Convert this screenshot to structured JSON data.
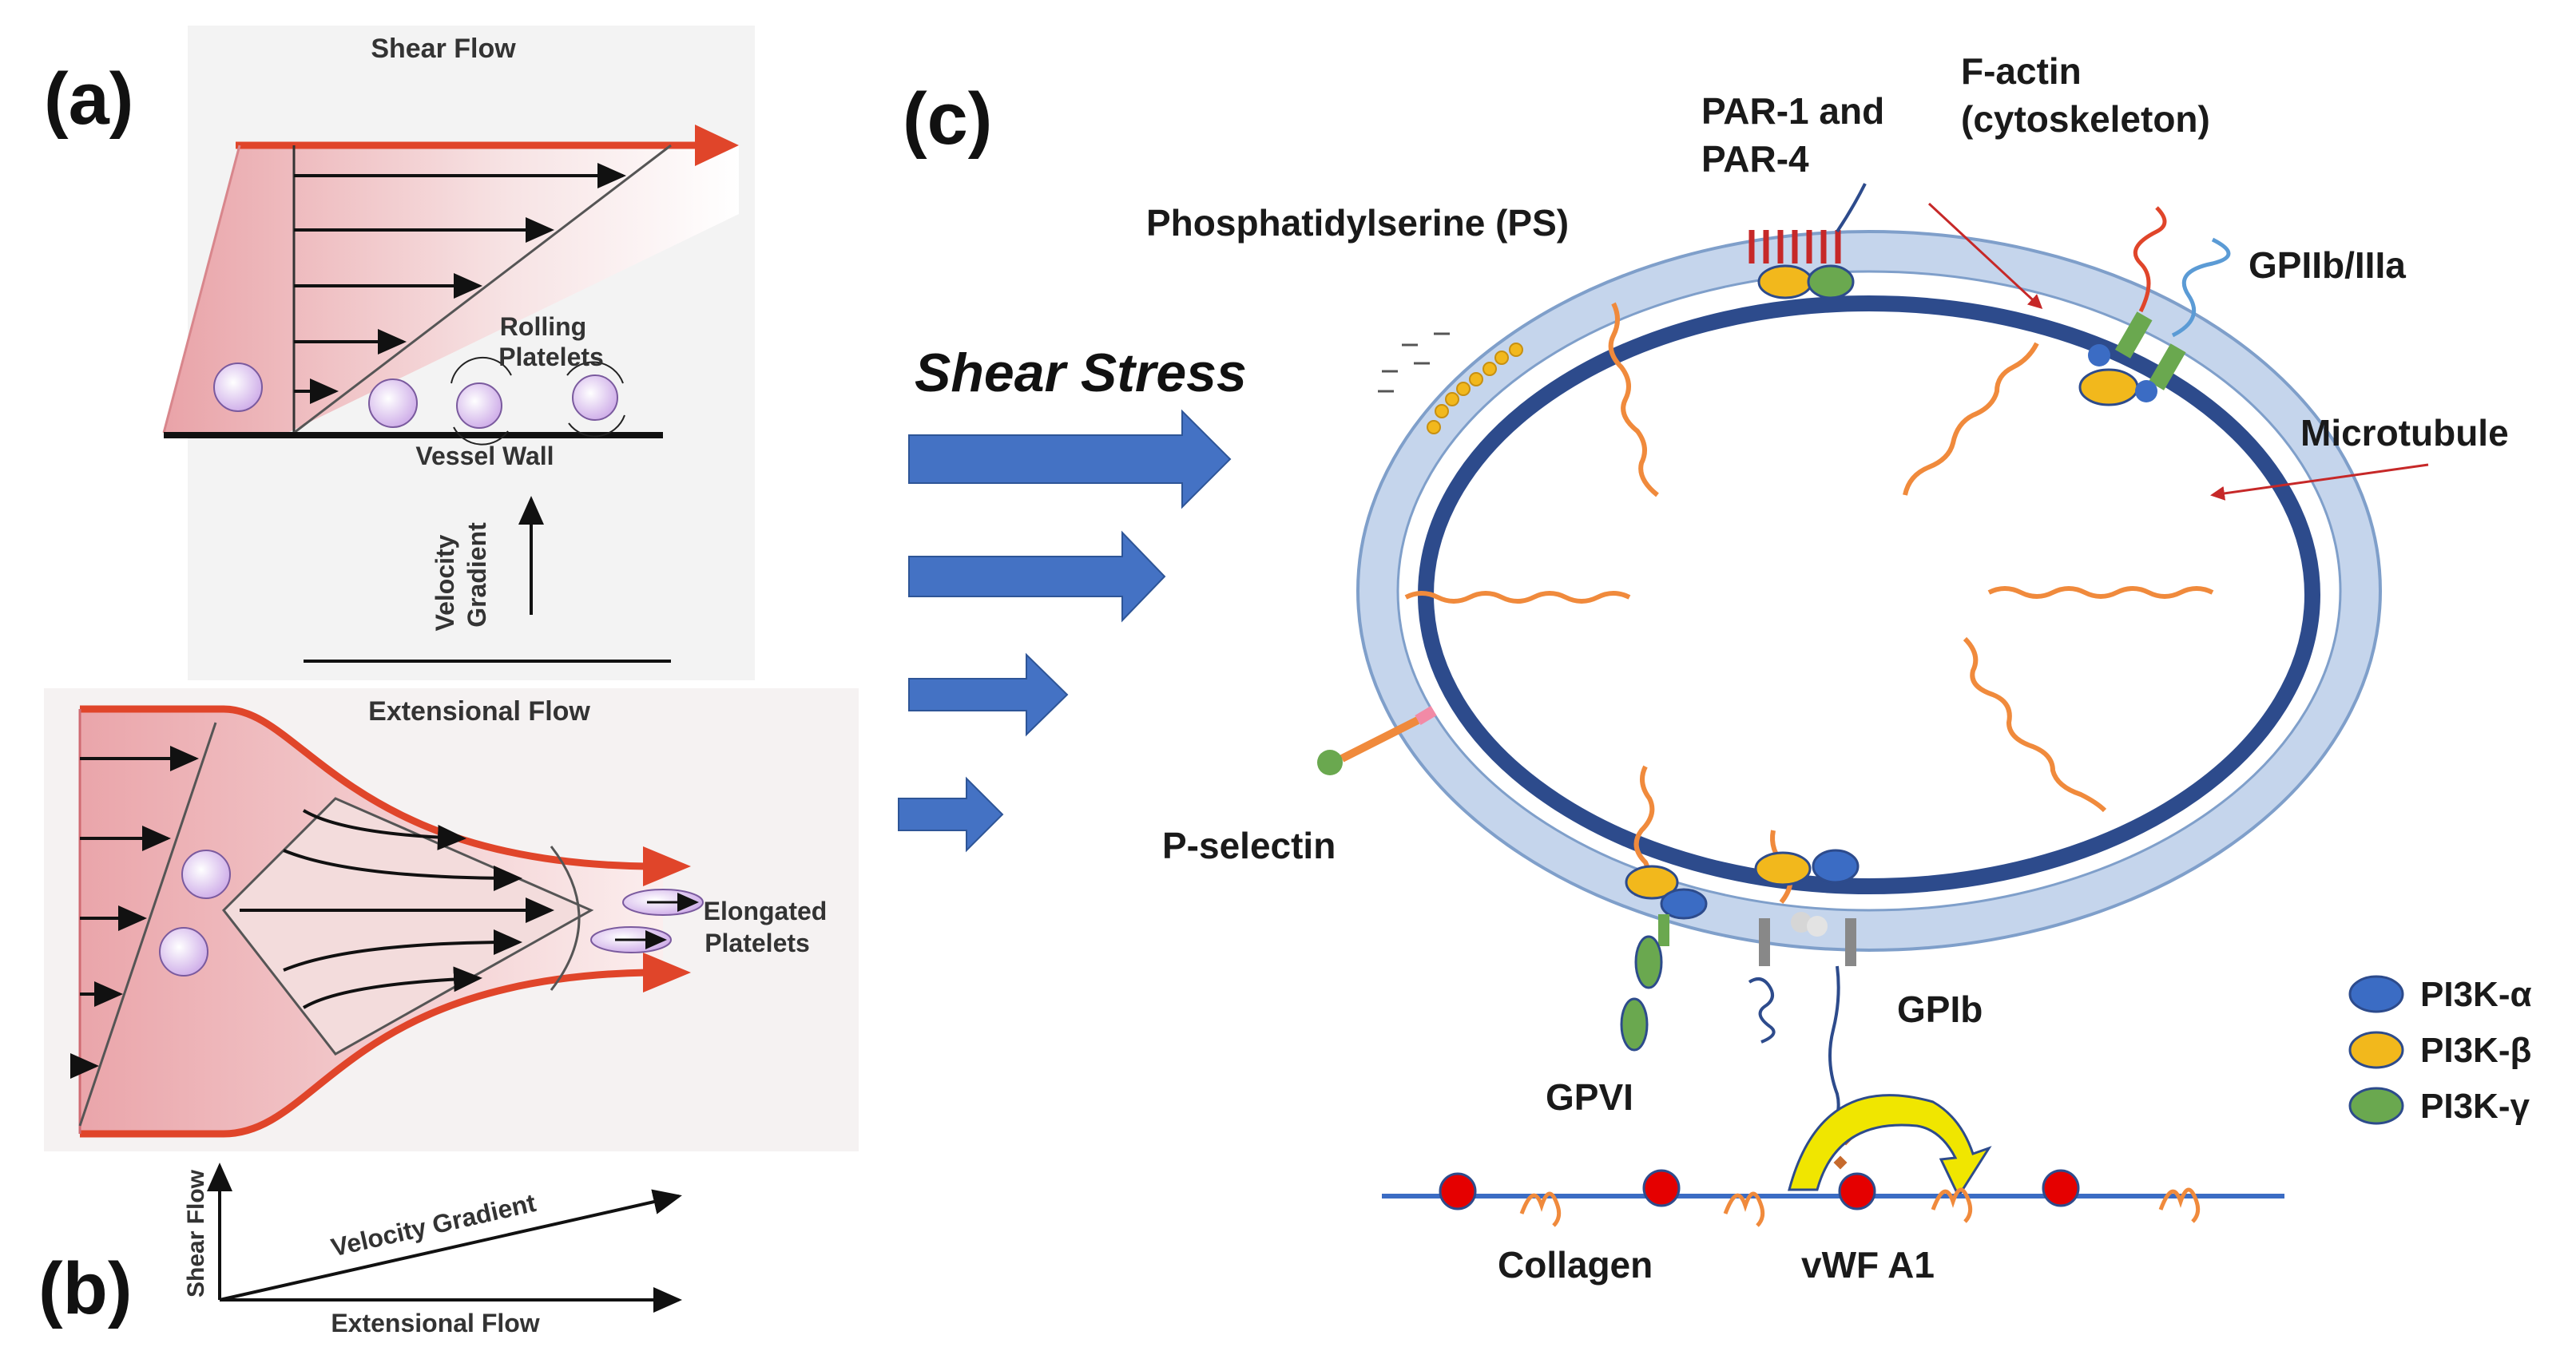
{
  "panel_labels": {
    "a": "(a)",
    "b": "(b)",
    "c": "(c)"
  },
  "panel_a": {
    "title": "Shear Flow",
    "rolling_label_line1": "Rolling",
    "rolling_label_line2": "Platelets",
    "wall_label": "Vessel Wall",
    "gradient_label_line1": "Velocity",
    "gradient_label_line2": "Gradient"
  },
  "panel_b": {
    "title": "Extensional Flow",
    "elongated_line1": "Elongated",
    "elongated_line2": "Platelets",
    "axis_y": "Shear Flow",
    "axis_x": "Extensional Flow",
    "axis_diag": "Velocity Gradient"
  },
  "panel_c": {
    "shear_stress": "Shear Stress",
    "ps": "Phosphatidylserine (PS)",
    "par_line1": "PAR-1 and",
    "par_line2": "PAR-4",
    "factin_line1": "F-actin",
    "factin_line2": "(cytoskeleton)",
    "gpiib": "GPIIb/IIIa",
    "microtubule": "Microtubule",
    "pselectin": "P-selectin",
    "gpvi": "GPVI",
    "gpib": "GPIb",
    "collagen": "Collagen",
    "vwf": "vWF A1",
    "legend": [
      {
        "label": "PI3K-α",
        "color": "#3b6cc4"
      },
      {
        "label": "PI3K-β",
        "color": "#f2b81c"
      },
      {
        "label": "PI3K-γ",
        "color": "#6aa84f"
      }
    ]
  },
  "colors": {
    "flow_arrow": "#e0452a",
    "membrane_outer": "#c5d5ec",
    "membrane_inner": "#2d4b8c",
    "actin": "#f08a3c",
    "shear_arrow": "#4472c4"
  }
}
